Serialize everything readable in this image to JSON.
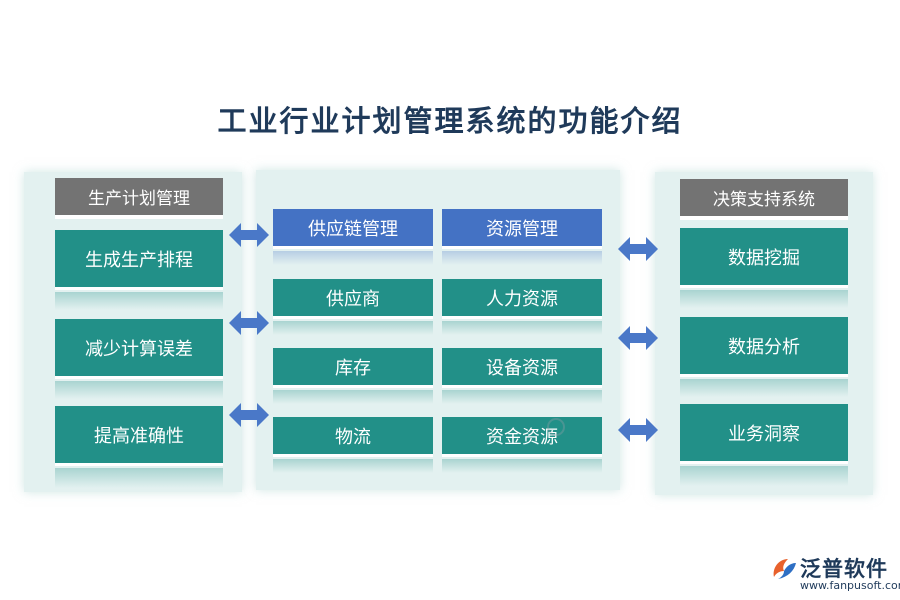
{
  "title": "工业行业计划管理系统的功能介绍",
  "left": {
    "header": "生产计划管理",
    "items": [
      "生成生产排程",
      "减少计算误差",
      "提高准确性"
    ]
  },
  "middle": {
    "columns": [
      {
        "header": "供应链管理",
        "items": [
          "供应商",
          "库存",
          "物流"
        ]
      },
      {
        "header": "资源管理",
        "items": [
          "人力资源",
          "设备资源",
          "资金资源"
        ]
      }
    ]
  },
  "right": {
    "header": "决策支持系统",
    "items": [
      "数据挖掘",
      "数据分析",
      "业务洞察"
    ]
  },
  "logo": {
    "name": "泛普软件",
    "url": "www.fanpusoft.com"
  },
  "colors": {
    "teal": "#229088",
    "blue": "#4472c4",
    "header_gray": "#737373",
    "title": "#1f3a5a",
    "arrow": "#4a78c8"
  }
}
